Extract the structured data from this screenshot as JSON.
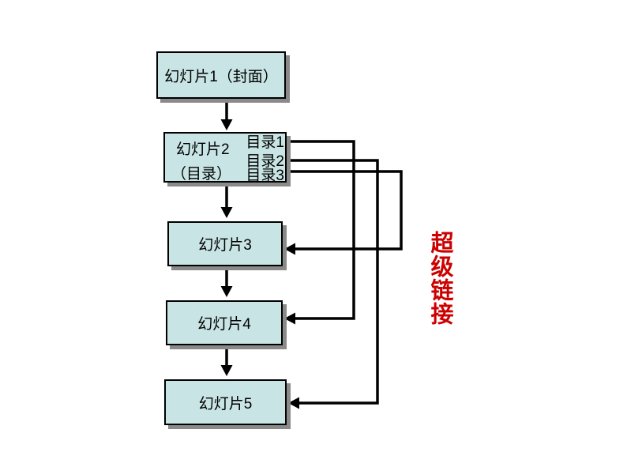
{
  "diagram": {
    "type": "flowchart",
    "description": "PowerPoint hyperlink structure diagram: linear slide flow with hyperlinks from table-of-contents entries to content slides",
    "slides": [
      {
        "id": "slide1",
        "label": "幻灯片1（封面）"
      },
      {
        "id": "slide2",
        "title": "幻灯片2",
        "subtitle": "（目录）",
        "toc_items": [
          "目录1",
          "目录2",
          "目录3"
        ]
      },
      {
        "id": "slide3",
        "label": "幻灯片3"
      },
      {
        "id": "slide4",
        "label": "幻灯片4"
      },
      {
        "id": "slide5",
        "label": "幻灯片5"
      }
    ],
    "flow_arrows": [
      {
        "from": "slide1",
        "to": "slide2"
      },
      {
        "from": "slide2",
        "to": "slide3"
      },
      {
        "from": "slide3",
        "to": "slide4"
      },
      {
        "from": "slide4",
        "to": "slide5"
      }
    ],
    "hyperlinks": [
      {
        "from": "目录1",
        "to": "幻灯片4"
      },
      {
        "from": "目录2",
        "to": "幻灯片5"
      },
      {
        "from": "目录3",
        "to": "幻灯片3"
      }
    ],
    "side_label": "超级链接",
    "colors": {
      "background": "#ffffff",
      "box_fill": "#c8e4e4",
      "box_border": "#000000",
      "box_shadow": "#8a8a8a",
      "connector": "#000000",
      "side_label_color": "#cc0000"
    }
  }
}
